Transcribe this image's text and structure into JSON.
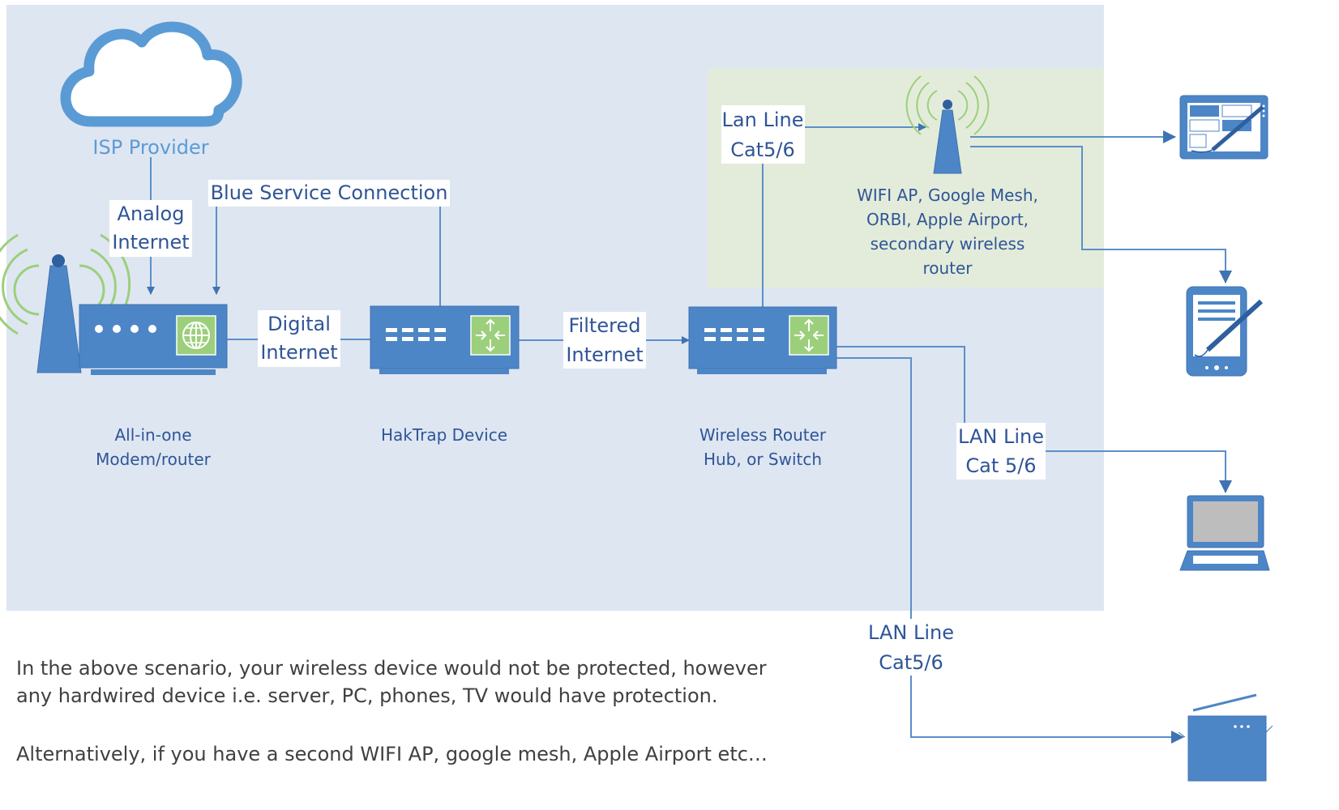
{
  "colors": {
    "panel": "#dee6f2",
    "green_panel": "#e3ecda",
    "device_blue": "#4d86c6",
    "device_stroke": "#3f73b1",
    "line": "#5b8fca",
    "text": "#2f5597",
    "green_icon": "#9ccf7c",
    "antenna_arc": "#9ccf7c",
    "cloud": "#5b9bd5",
    "body_text": "#404040"
  },
  "cloud": {
    "label": "ISP Provider",
    "icon": "cloud-icon"
  },
  "modem": {
    "name_line1": "All-in-one",
    "name_line2": "Modem/router",
    "icon": "globe-icon"
  },
  "haktrap": {
    "name": "HakTrap Device",
    "icon": "switch-arrows-icon"
  },
  "router": {
    "name_line1": "Wireless Router",
    "name_line2": "Hub, or Switch",
    "icon": "switch-arrows-icon"
  },
  "wifi_ap": {
    "line1": "WIFI AP, Google Mesh,",
    "line2": "ORBI, Apple Airport,",
    "line3": "secondary wireless",
    "line4": "router",
    "icon": "antenna-icon"
  },
  "connections": {
    "analog": {
      "line1": "Analog",
      "line2": "Internet"
    },
    "blue_service": "Blue Service Connection",
    "digital": {
      "line1": "Digital",
      "line2": "Internet"
    },
    "filtered": {
      "line1": "Filtered",
      "line2": "Internet"
    },
    "lan_ap": {
      "line1": "Lan Line",
      "line2": "Cat5/6"
    },
    "lan_laptop": {
      "line1": "LAN Line",
      "line2": "Cat 5/6"
    },
    "lan_printer": {
      "line1": "LAN Line",
      "line2": "Cat5/6"
    }
  },
  "endpoints": [
    "tablet-icon",
    "pda-icon",
    "laptop-icon",
    "printer-icon"
  ],
  "paragraphs": {
    "p1_line1": "In the above scenario, your wireless device would not be protected, however",
    "p1_line2": "any hardwired device i.e. server, PC, phones, TV would have protection.",
    "p2": "Alternatively, if you have a second WIFI AP, google mesh, Apple Airport etc…"
  }
}
